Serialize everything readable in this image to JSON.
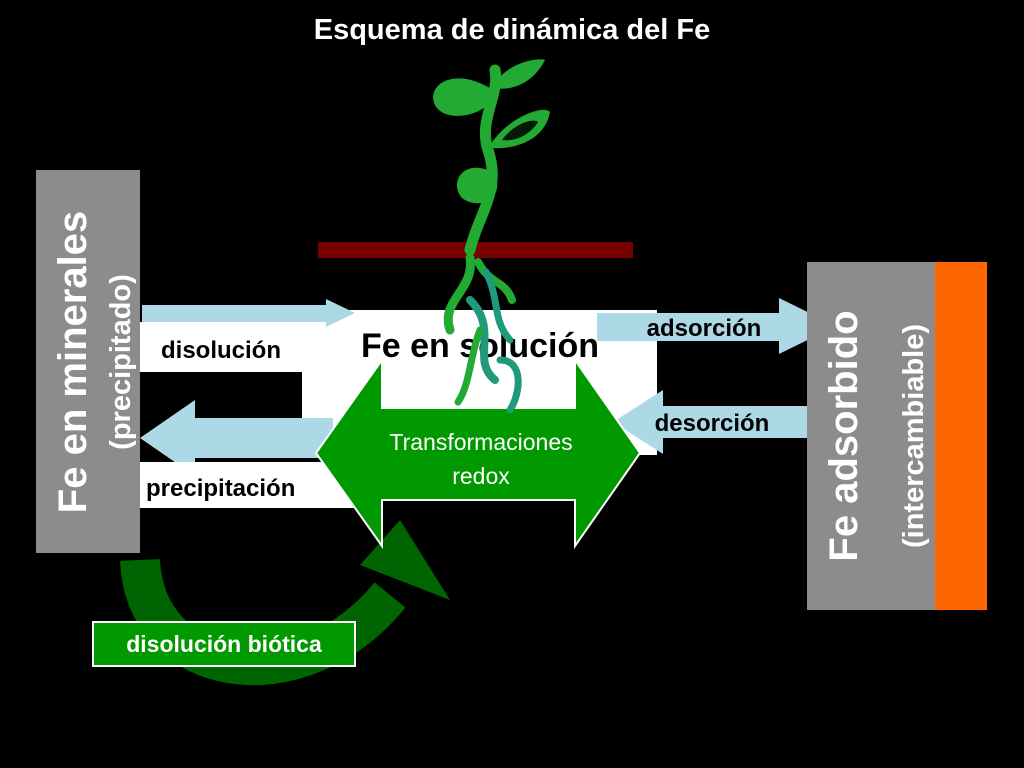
{
  "title": "Esquema de dinámica del Fe",
  "boxes": {
    "minerals": {
      "label": "Fe en minerales",
      "sublabel": "(precipitado)"
    },
    "solution": {
      "label": "Fe en solución"
    },
    "adsorbed": {
      "label": "Fe adsorbido",
      "sublabel": "(intercambiable)"
    }
  },
  "processes": {
    "dissolution": "disolución",
    "precipitation": "precipitación",
    "adsorption": "adsorción",
    "desorption": "desorción",
    "biotic_dissolution": "disolución biótica",
    "redox_line1": "Transformaciones",
    "redox_line2": "redox"
  },
  "colors": {
    "background": "#000000",
    "gray_box": "#8c8c8c",
    "orange_box": "#ff6600",
    "light_blue_arrow": "#add8e6",
    "dark_green": "#006400",
    "medium_green": "#009900",
    "plant_green": "#22aa33",
    "root_teal": "#1f9a7a",
    "soil_line": "#7a0000",
    "white": "#ffffff"
  }
}
